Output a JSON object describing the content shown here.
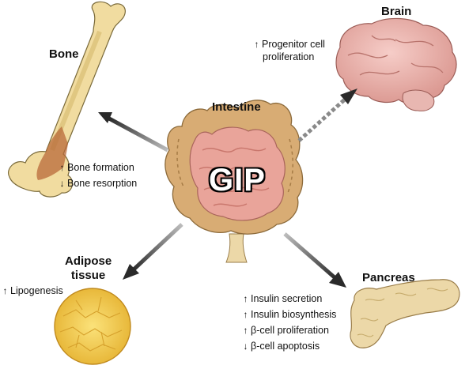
{
  "center": {
    "label": "GIP",
    "organ": "Intestine"
  },
  "targets": {
    "bone": {
      "title": "Bone",
      "effects": [
        {
          "dir": "up",
          "text": "Bone formation"
        },
        {
          "dir": "down",
          "text": "Bone resorption"
        }
      ]
    },
    "brain": {
      "title": "Brain",
      "effects": [
        {
          "dir": "up",
          "text": "Progenitor cell"
        },
        {
          "dir": "none",
          "text": "proliferation"
        }
      ]
    },
    "adipose": {
      "title_line1": "Adipose",
      "title_line2": "tissue",
      "effects": [
        {
          "dir": "up",
          "text": "Lipogenesis"
        }
      ]
    },
    "pancreas": {
      "title": "Pancreas",
      "effects": [
        {
          "dir": "up",
          "text": "Insulin secretion"
        },
        {
          "dir": "up",
          "text": "Insulin biosynthesis"
        },
        {
          "dir": "up",
          "text": "β-cell proliferation"
        },
        {
          "dir": "down",
          "text": "β-cell apoptosis"
        }
      ]
    }
  },
  "colors": {
    "bone": "#f1dca0",
    "bone_shadow": "#d9bd74",
    "marrow": "#b86a3a",
    "brain": "#eeb9b4",
    "brain_dark": "#cf8c86",
    "intestine": "#e9a49a",
    "intestine_dark": "#c9776d",
    "colon": "#d8ac74",
    "fat": "#f3d35a",
    "fat_dark": "#d6a12c",
    "pancreas": "#ecd8a8",
    "arrow_dark": "#2a2a2a",
    "arrow_light": "#bdbdbd"
  }
}
